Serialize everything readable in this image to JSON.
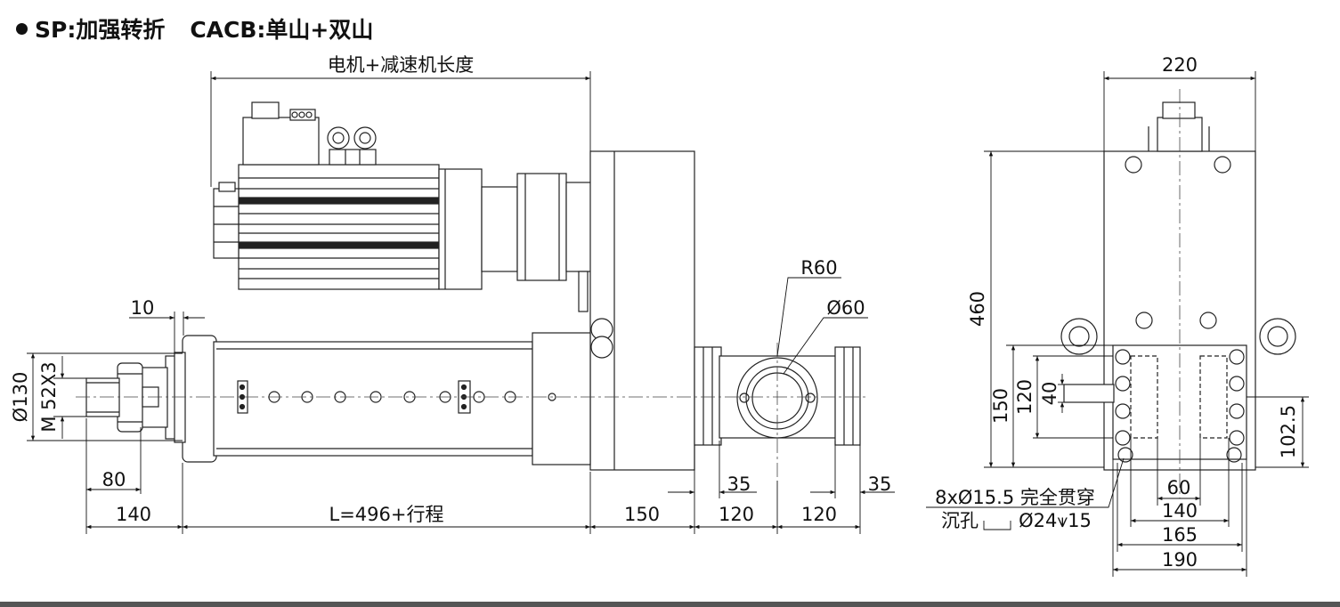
{
  "title": {
    "model": "SP:加强转折",
    "mount": "CACB:单山+双山"
  },
  "side_view": {
    "dims": {
      "motor_length": "电机+减速机长度",
      "flange_offset": "10",
      "rod_diameter": "Ø130",
      "thread": "M 52X3",
      "rod_end": "80",
      "front": "140",
      "body_length": "L=496+行程",
      "housing": "150",
      "trunnion_a": "120",
      "trunnion_b": "120",
      "lug_a": "35",
      "lug_b": "35",
      "radius": "R60",
      "bore": "Ø60"
    }
  },
  "end_view": {
    "dims": {
      "width": "220",
      "height": "460",
      "h150": "150",
      "h120": "120",
      "h40": "40",
      "h102_5": "102.5",
      "w60": "60",
      "w140": "140",
      "w165": "165",
      "w190": "190",
      "holes": "8xØ15.5 完全贯穿",
      "counterbore_label": "沉孔",
      "counterbore_value": "Ø24⩛15"
    }
  }
}
